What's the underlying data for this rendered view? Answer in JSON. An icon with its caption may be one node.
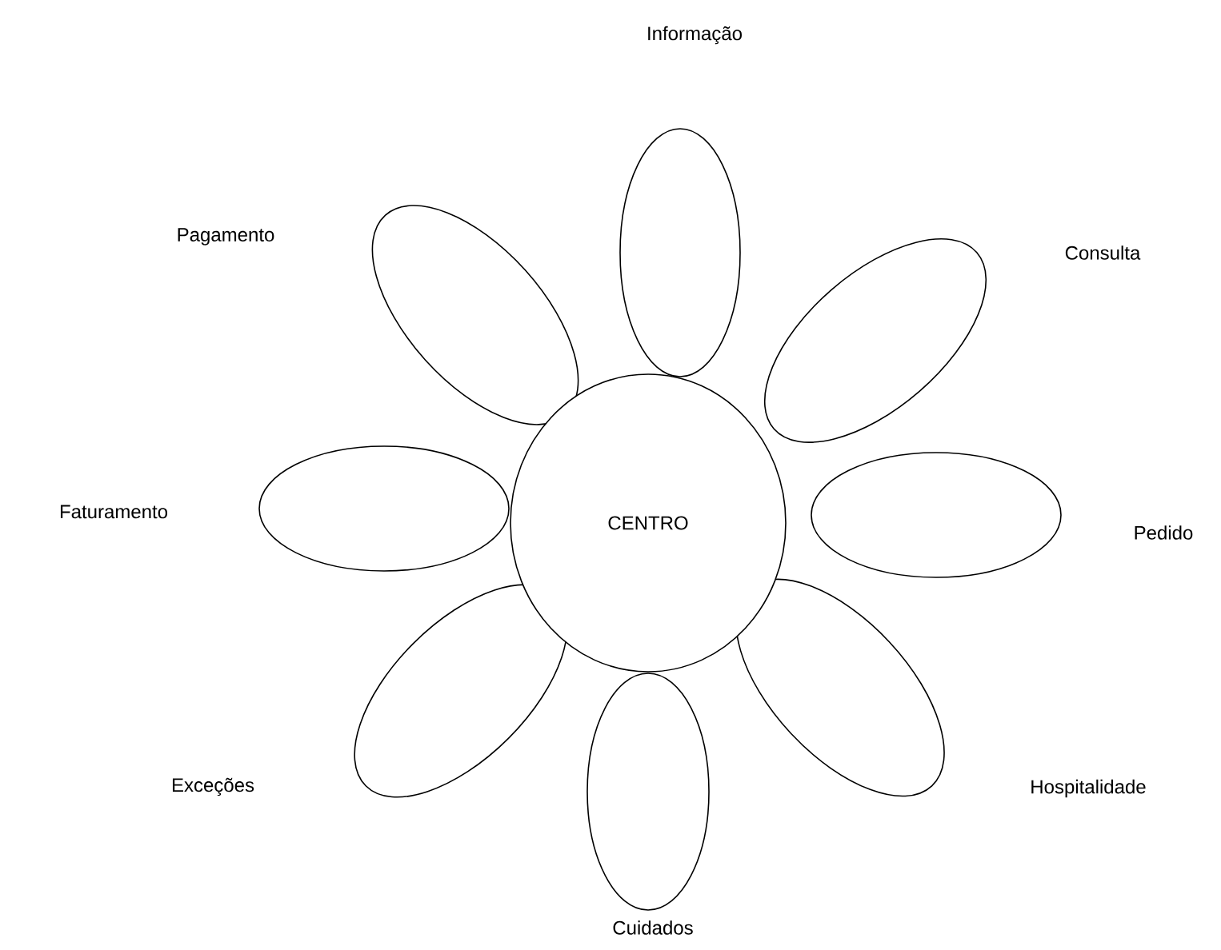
{
  "diagram": {
    "nodes": [
      {
        "text": [
          "CENTRO"
        ]
      },
      {
        "text": [],
        "shape": "ellipse"
      },
      {
        "text": [],
        "shape": "ellipse"
      },
      {
        "text": [],
        "shape": "ellipse"
      },
      {
        "text": [],
        "shape": "ellipse"
      },
      {
        "text": [],
        "shape": "ellipse"
      },
      {
        "text": [],
        "shape": "ellipse"
      },
      {
        "text": [],
        "shape": "ellipse"
      },
      {
        "text": [],
        "shape": "ellipse"
      }
    ],
    "labels": [
      "Informação",
      "Pagamento",
      "Consulta",
      "Faturamento",
      "Pedido",
      "Exceções",
      "Hospitalidade",
      "Cuidados"
    ]
  }
}
